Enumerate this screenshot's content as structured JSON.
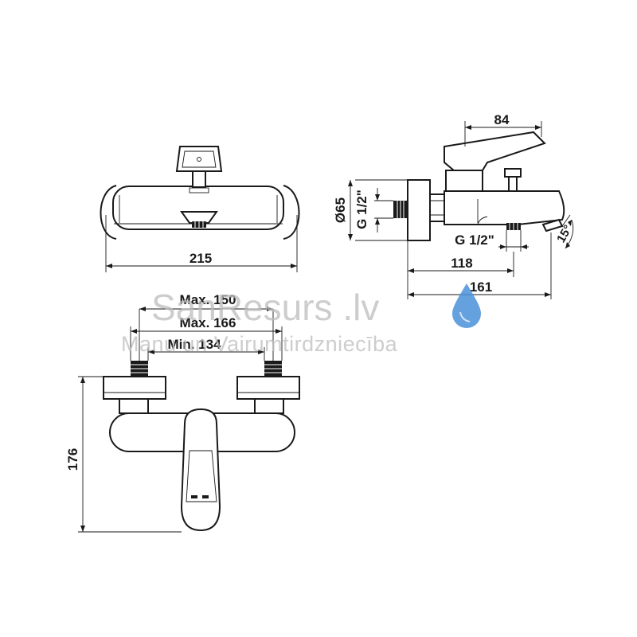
{
  "watermark": {
    "title": "SanResurs .lv",
    "subtitle": "Manu un Vairumtirdzniecība",
    "logo_icon": "water-drop-icon",
    "logo_color": "#4a90d9"
  },
  "top_view": {
    "width_label": "215"
  },
  "side_view": {
    "handle_length_label": "84",
    "diameter_label": "Ø65",
    "inlet_thread_label": "G 1/2\"",
    "outlet_thread_label": "G 1/2\"",
    "outlet_distance_label": "118",
    "spout_length_label": "161",
    "spout_angle_label": "15°"
  },
  "front_view": {
    "max_center_label": "Max. 150",
    "max_total_label": "Max. 166",
    "min_center_label": "Min. 134",
    "height_label": "176"
  },
  "colors": {
    "line": "#1a1a1a",
    "watermark": "#bdbdbd",
    "drop": "#4a90d9"
  }
}
